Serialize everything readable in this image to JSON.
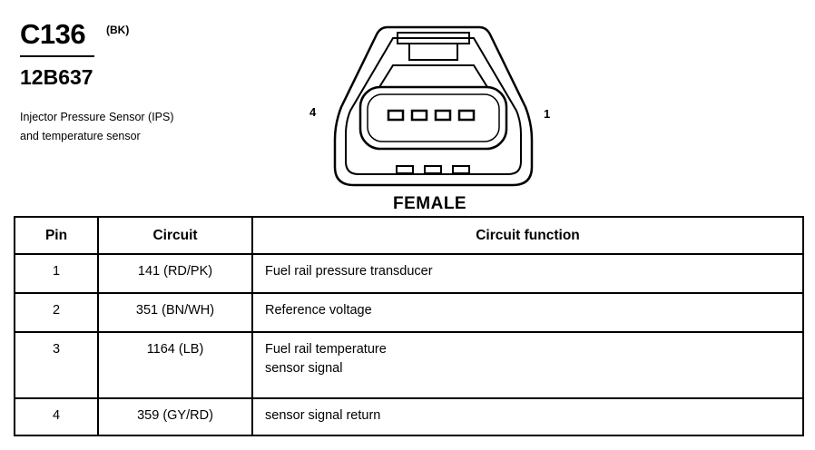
{
  "header": {
    "connector_id": "C136",
    "color_code": "(BK)",
    "part_number": "12B637",
    "description": [
      "Injector Pressure Sensor (IPS)",
      "and temperature sensor"
    ]
  },
  "connector": {
    "pin_label_left": "4",
    "pin_label_right": "1",
    "gender": "FEMALE"
  },
  "table": {
    "headers": {
      "pin": "Pin",
      "circuit": "Circuit",
      "function": "Circuit function"
    },
    "rows": [
      {
        "pin": "1",
        "circuit": "141 (RD/PK)",
        "function": [
          "Fuel rail pressure transducer"
        ]
      },
      {
        "pin": "2",
        "circuit": "351 (BN/WH)",
        "function": [
          "Reference voltage"
        ]
      },
      {
        "pin": "3",
        "circuit": "1164 (LB)",
        "function": [
          "Fuel rail temperature",
          "sensor signal"
        ]
      },
      {
        "pin": "4",
        "circuit": "359 (GY/RD)",
        "function": [
          "sensor signal return"
        ]
      }
    ]
  }
}
